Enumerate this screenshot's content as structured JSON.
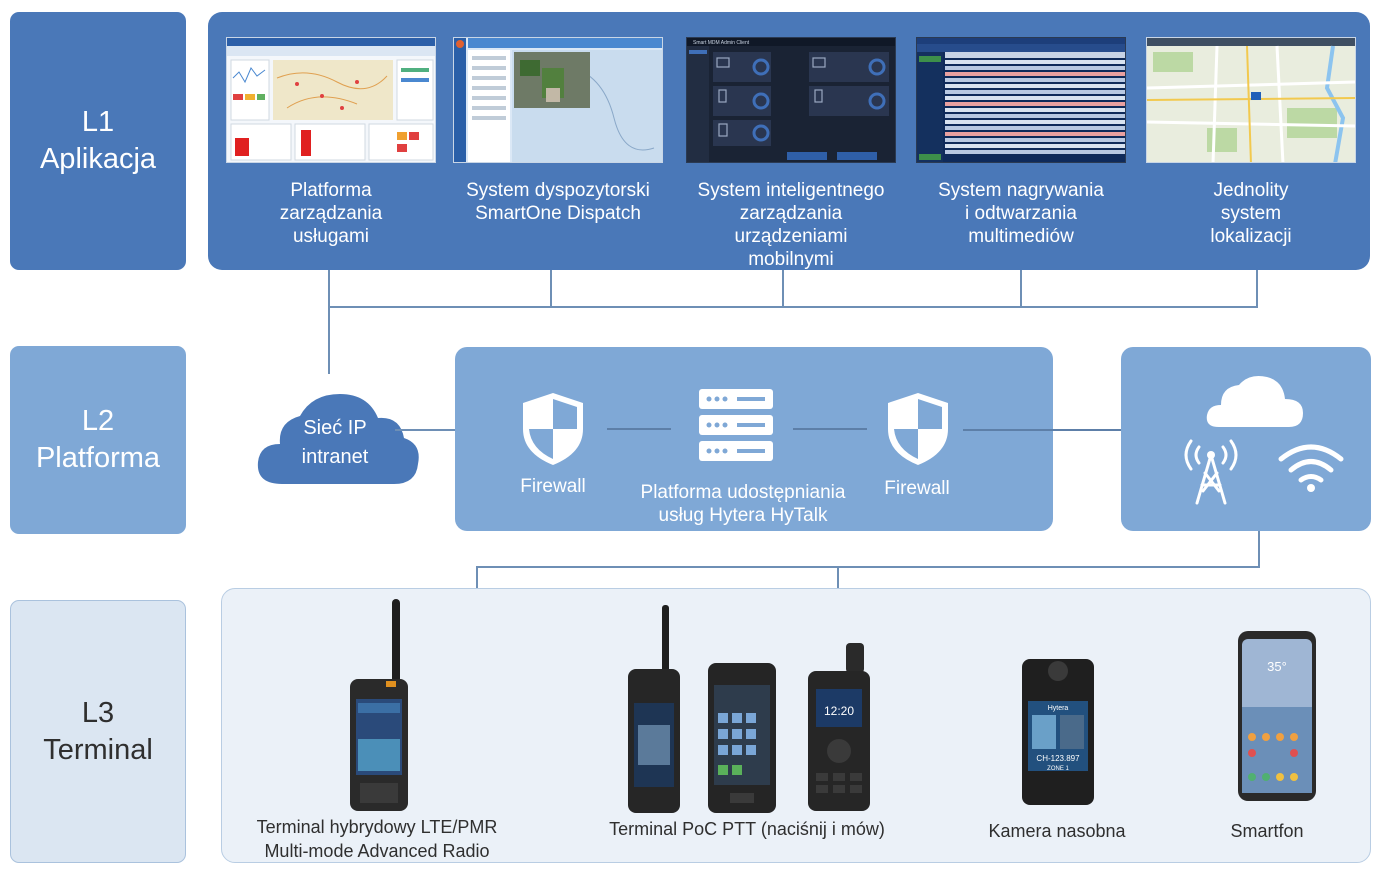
{
  "layers": {
    "l1": {
      "code": "L1",
      "name": "Aplikacja"
    },
    "l2": {
      "code": "L2",
      "name": "Platforma"
    },
    "l3": {
      "code": "L3",
      "name": "Terminal"
    }
  },
  "applications": [
    {
      "title": "Platforma\nzarządzania\nusługami",
      "icon": "service-management-screenshot"
    },
    {
      "title": "System dyspozytorski\nSmartOne Dispatch",
      "icon": "dispatch-screenshot"
    },
    {
      "title": "System inteligentnego\nzarządzania\nurządzeniami\nmobilnymi",
      "icon": "mdm-screenshot"
    },
    {
      "title": "System nagrywania\ni odtwarzania\nmultimediów",
      "icon": "recording-screenshot"
    },
    {
      "title": "Jednolity\nsystem\nlokalizacji",
      "icon": "map-screenshot"
    }
  ],
  "platform": {
    "network": "Sieć IP\nintranet",
    "firewall_left": "Firewall",
    "server": "Platforma udostępniania\nusług Hytera HyTalk",
    "firewall_right": "Firewall",
    "icons": [
      "cloud-icon",
      "shield-icon",
      "server-icon",
      "radio-tower-icon",
      "wifi-icon"
    ]
  },
  "app_screens": {
    "mdm_title": "Smart MDM Admin Client",
    "phone_clock": "12:20",
    "camera_brand": "Hytera",
    "camera_id": "CH-123.897",
    "camera_zone": "ZONE 1",
    "phone_temp": "35°"
  },
  "terminals": [
    {
      "name": "Terminal hybrydowy LTE/PMR\nMulti-mode Advanced Radio"
    },
    {
      "name": "Terminal  PoC PTT (naciśnij i mów)"
    },
    {
      "name": "Kamera nasobna"
    },
    {
      "name": "Smartfon"
    }
  ],
  "colors": {
    "l1": "#4a78b8",
    "l2": "#7fa8d6",
    "l3": "#dbe6f2",
    "line": "#6e8fb5"
  }
}
